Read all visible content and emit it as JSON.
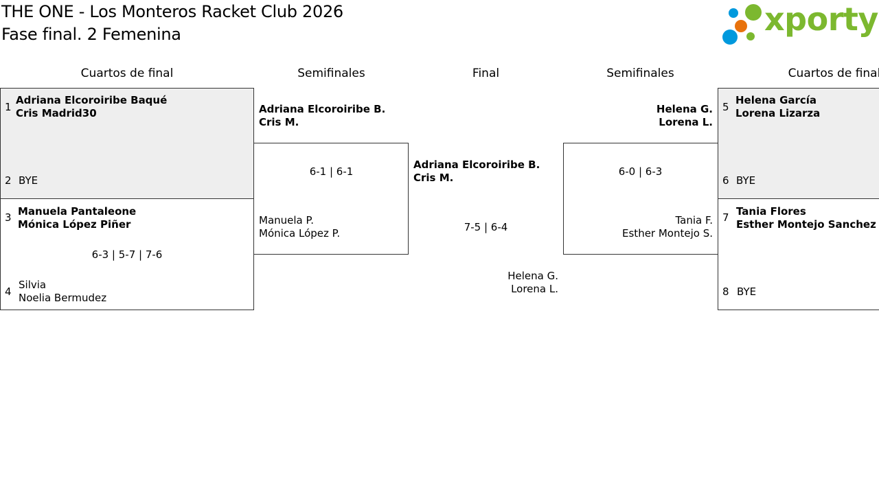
{
  "header": {
    "title": "THE ONE - Los Monteros Racket Club 2026",
    "subtitle": "Fase final. 2 Femenina"
  },
  "logo": {
    "text": "xporty",
    "color": "#7cb82f",
    "dot_colors": [
      "#0099dd",
      "#e8720c",
      "#7cb82f"
    ]
  },
  "rounds": {
    "left_quarters": "Cuartos de final",
    "left_semis": "Semifinales",
    "final": "Final",
    "right_semis": "Semifinales",
    "right_quarters": "Cuartos de final"
  },
  "quarters": {
    "m1": {
      "seed_a": "1",
      "a1": "Adriana Elcoroiribe Baqué",
      "a2": "Cris Madrid30",
      "seed_b": "2",
      "b": "BYE"
    },
    "m2": {
      "seed_a": "3",
      "a1": "Manuela Pantaleone",
      "a2": "Mónica López Piñer",
      "score": "6-3 | 5-7 | 7-6",
      "seed_b": "4",
      "b1": "Silvia",
      "b2": "Noelia Bermudez"
    },
    "m3": {
      "seed_a": "5",
      "a1": "Helena García",
      "a2": "Lorena Lizarza",
      "seed_b": "6",
      "b": "BYE"
    },
    "m4": {
      "seed_a": "7",
      "a1": "Tania Flores",
      "a2": "Esther Montejo Sanchez",
      "seed_b": "8",
      "b": "BYE"
    }
  },
  "semis": {
    "left": {
      "a1": "Adriana Elcoroiribe B.",
      "a2": "Cris M.",
      "score": "6-1 | 6-1",
      "b1": "Manuela P.",
      "b2": "Mónica López P."
    },
    "right": {
      "a1": "Helena G.",
      "a2": "Lorena L.",
      "score": "6-0 | 6-3",
      "b1": "Tania F.",
      "b2": "Esther Montejo S."
    }
  },
  "final": {
    "a1": "Adriana Elcoroiribe B.",
    "a2": "Cris M.",
    "score": "7-5 | 6-4",
    "b1": "Helena G.",
    "b2": "Lorena L."
  }
}
